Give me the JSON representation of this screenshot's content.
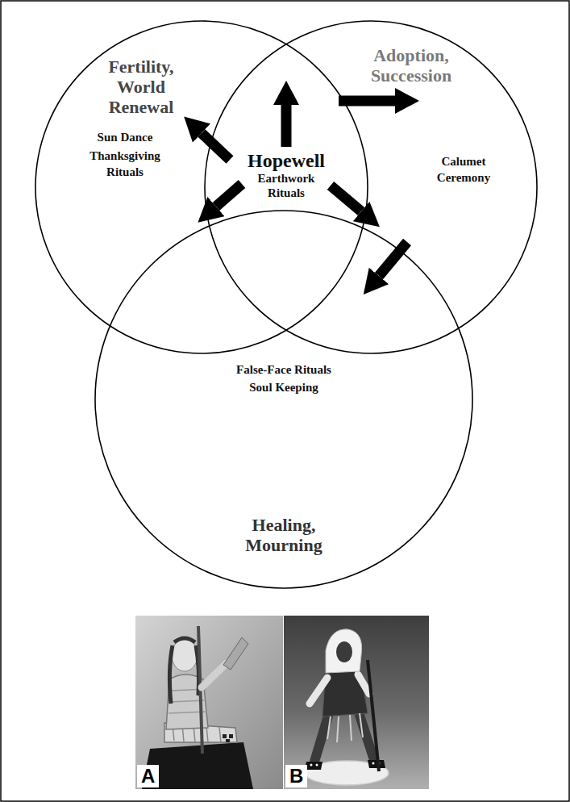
{
  "diagram": {
    "nodes": [
      {
        "text": [
          "Fertility, World Renewal",
          "Sun Dance",
          "Thanksgiving Rituals"
        ]
      },
      {
        "text": [
          "Adoption, Succession",
          "Calumet Ceremony"
        ]
      },
      {
        "text": [
          "False-Face Rituals",
          "Soul Keeping",
          "Healing, Mourning"
        ]
      },
      {
        "text": [
          "Hopewell",
          "Earthwork Rituals"
        ]
      }
    ],
    "edges": [
      {
        "from": 3,
        "to": 1,
        "arrow": "to"
      },
      {
        "from": 3,
        "to": 0,
        "arrow": "to"
      },
      {
        "from": 3,
        "to": 2,
        "arrow": "to"
      }
    ],
    "labels": [
      "A",
      "B"
    ]
  }
}
